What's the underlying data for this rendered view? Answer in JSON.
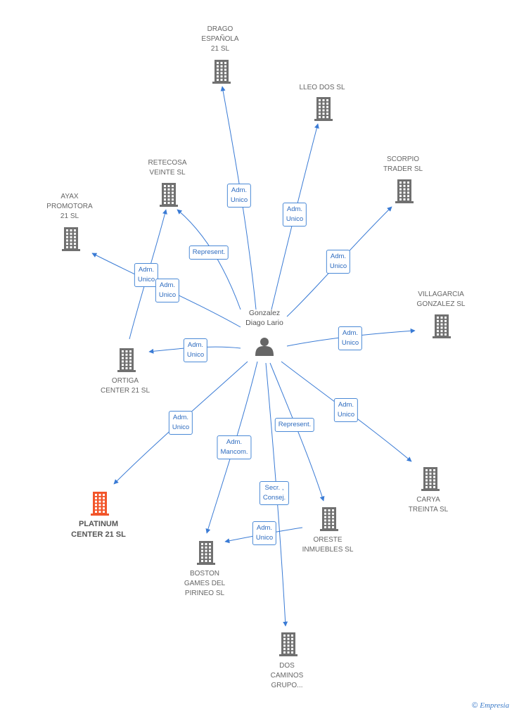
{
  "center": {
    "label": "Gonzalez\nDiago Lario",
    "icon": "person-icon"
  },
  "nodes": [
    {
      "id": "drago",
      "label": "DRAGO\nESPAÑOLA\n21 SL",
      "highlight": false
    },
    {
      "id": "lleo",
      "label": "LLEO DOS SL",
      "highlight": false
    },
    {
      "id": "retecosa",
      "label": "RETECOSA\nVEINTE SL",
      "highlight": false
    },
    {
      "id": "scorpio",
      "label": "SCORPIO\nTRADER SL",
      "highlight": false
    },
    {
      "id": "ayax",
      "label": "AYAX\nPROMOTORA\n21 SL",
      "highlight": false
    },
    {
      "id": "villagarcia",
      "label": "VILLAGARCIA\nGONZALEZ SL",
      "highlight": false
    },
    {
      "id": "ortiga",
      "label": "ORTIGA\nCENTER 21 SL",
      "highlight": false
    },
    {
      "id": "platinum",
      "label": "PLATINUM\nCENTER 21 SL",
      "highlight": true
    },
    {
      "id": "carya",
      "label": "CARYA\nTREINTA SL",
      "highlight": false
    },
    {
      "id": "oreste",
      "label": "ORESTE\nINMUEBLES SL",
      "highlight": false
    },
    {
      "id": "boston",
      "label": "BOSTON\nGAMES DEL\nPIRINEO  SL",
      "highlight": false
    },
    {
      "id": "dos",
      "label": "DOS\nCAMINOS\nGRUPO...",
      "highlight": false
    }
  ],
  "edges": [
    {
      "id": "e-drago",
      "label": "Adm.\nUnico"
    },
    {
      "id": "e-lleo",
      "label": "Adm.\nUnico"
    },
    {
      "id": "e-retecosa",
      "label": "Represent."
    },
    {
      "id": "e-scorpio",
      "label": "Adm.\nUnico"
    },
    {
      "id": "e-ayax",
      "label": "Adm.\nUnico"
    },
    {
      "id": "e-ortiga-retecosa",
      "label": "Adm.\nUnico"
    },
    {
      "id": "e-villagarcia",
      "label": "Adm.\nUnico"
    },
    {
      "id": "e-ortiga",
      "label": "Adm.\nUnico"
    },
    {
      "id": "e-platinum",
      "label": "Adm.\nUnico"
    },
    {
      "id": "e-boston",
      "label": "Adm.\nMancom."
    },
    {
      "id": "e-oreste",
      "label": "Represent."
    },
    {
      "id": "e-carya",
      "label": "Adm.\nUnico"
    },
    {
      "id": "e-dos",
      "label": "Secr. ,\nConsej."
    },
    {
      "id": "e-oreste-boston",
      "label": "Adm.\nUnico"
    }
  ],
  "colors": {
    "edge": "#3a7bd5",
    "building": "#707070",
    "highlight": "#f2562b",
    "person": "#666666"
  },
  "footer": {
    "copyright": "©",
    "brand": "Empresia"
  }
}
